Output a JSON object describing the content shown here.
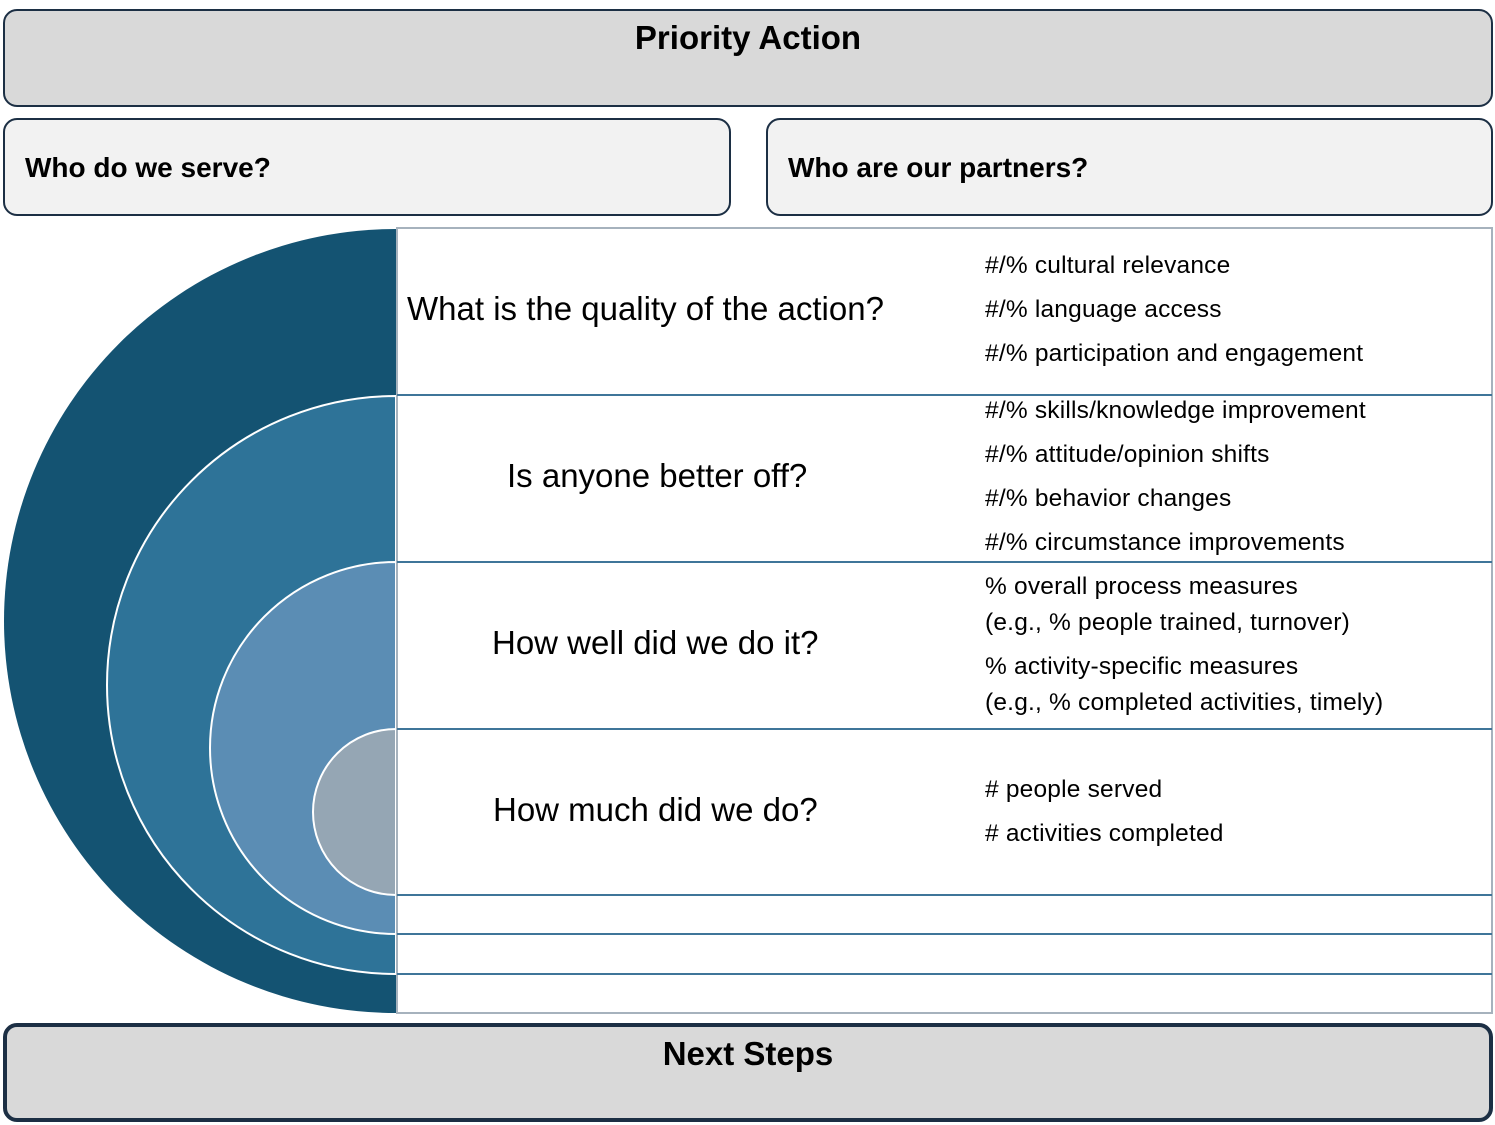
{
  "header": {
    "title": "Priority Action"
  },
  "who_serve": {
    "label": "Who do we serve?"
  },
  "who_partners": {
    "label": "Who are our partners?"
  },
  "levels": [
    {
      "question": "What is the quality of the action?",
      "measures": [
        "#/%  cultural relevance",
        "#/%  language access",
        "#/%  participation and engagement"
      ]
    },
    {
      "question": "Is anyone better off?",
      "measures": [
        "#/% skills/knowledge improvement",
        "#/% attitude/opinion shifts",
        "#/% behavior changes",
        "#/% circumstance improvements"
      ]
    },
    {
      "question": "How well did we do it?",
      "measures": [
        "% overall process measures",
        "(e.g., % people trained, turnover)",
        "% activity-specific measures",
        "(e.g., % completed activities, timely)"
      ]
    },
    {
      "question": "How much did we do?",
      "measures": [
        "# people served",
        "# activities completed"
      ]
    }
  ],
  "colors": {
    "outer": "#145372",
    "second": "#2e7398",
    "third": "#5b8db4",
    "inner": "#95a6b4",
    "divider": "#3f7599"
  },
  "footer": {
    "title": "Next Steps"
  }
}
